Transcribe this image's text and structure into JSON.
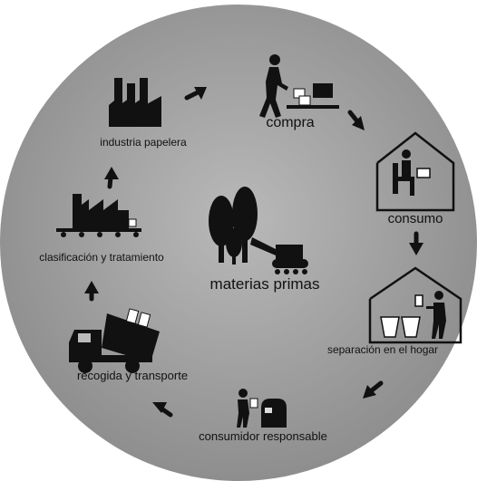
{
  "diagram": {
    "center_label": "materias primas",
    "stages": [
      {
        "name": "compra",
        "label": "compra"
      },
      {
        "name": "consumo",
        "label": "consumo"
      },
      {
        "name": "separacion",
        "label": "separación en el hogar"
      },
      {
        "name": "consumidor",
        "label": "consumidor responsable"
      },
      {
        "name": "recogida",
        "label": "recogida y transporte"
      },
      {
        "name": "clasificacion",
        "label": "clasificación y tratamiento"
      },
      {
        "name": "industria",
        "label": "industria papelera"
      }
    ],
    "colors": {
      "circle": "#9a9a9a",
      "ink": "#111111",
      "background": "#ffffff"
    }
  }
}
